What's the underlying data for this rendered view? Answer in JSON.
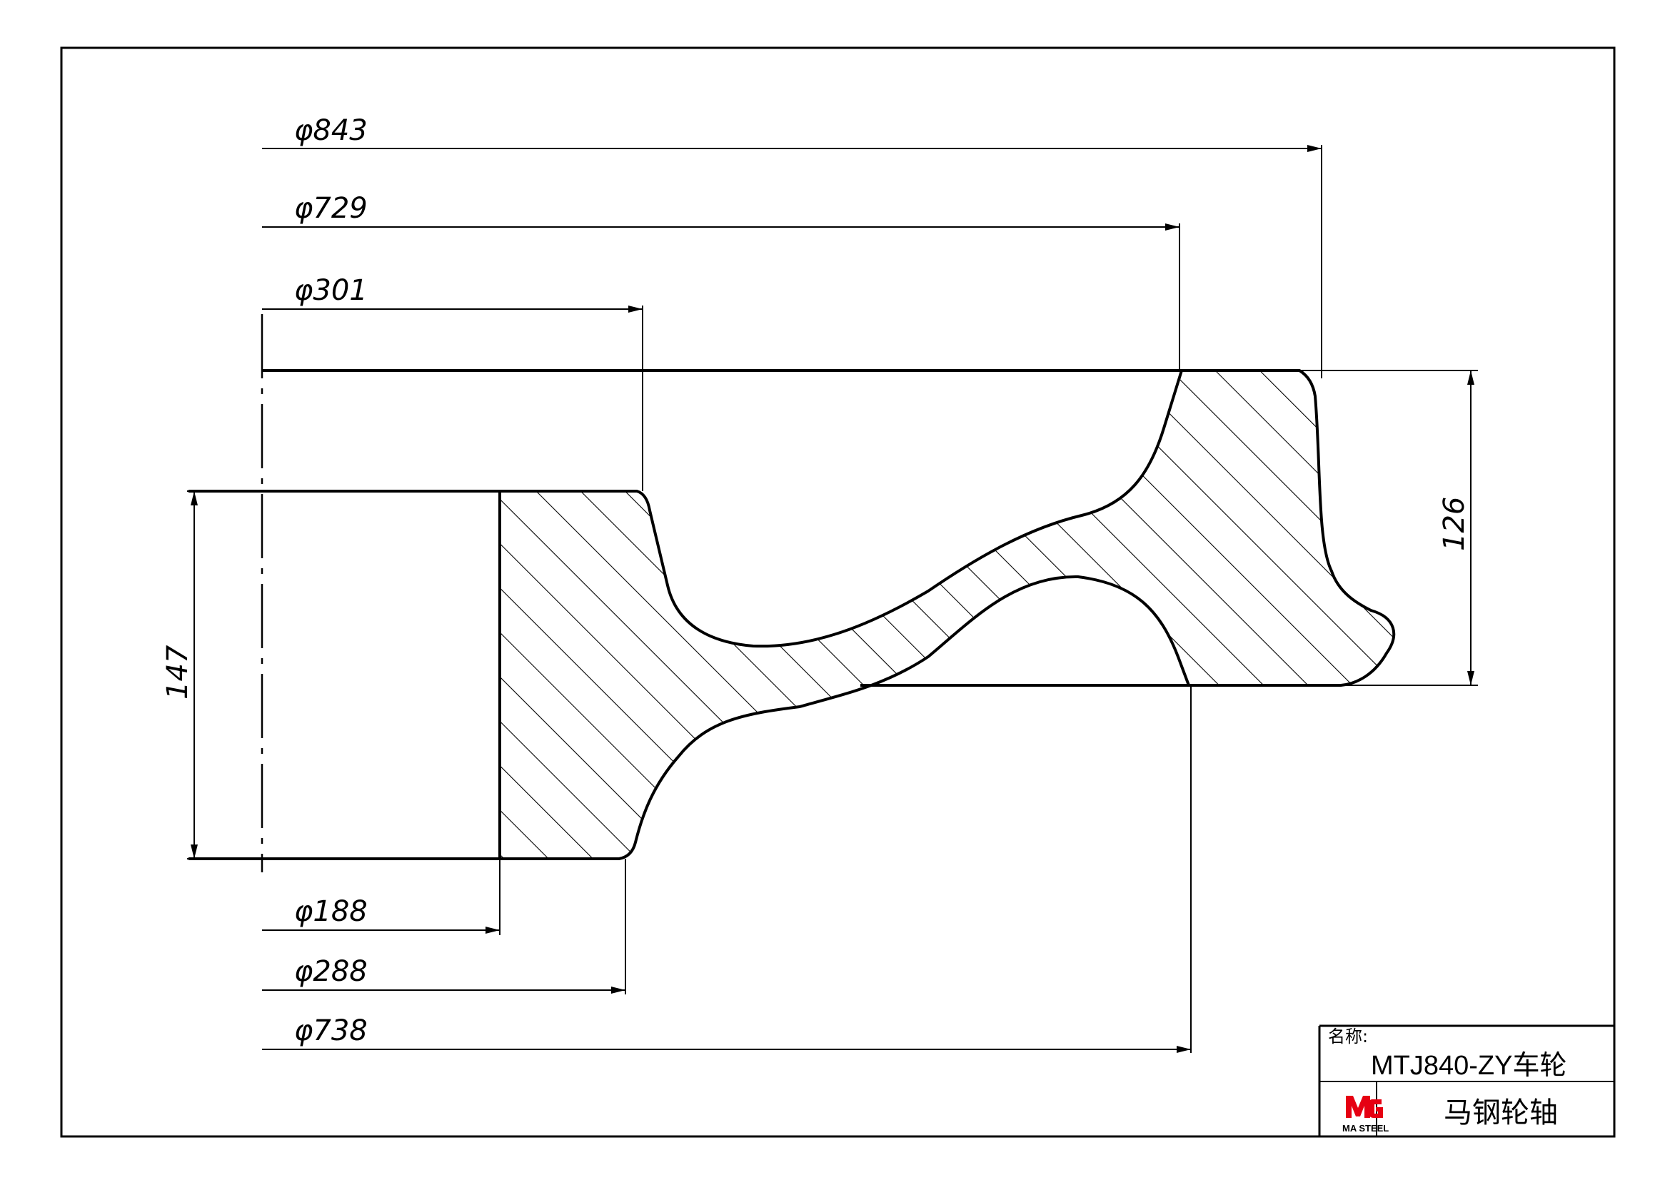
{
  "dimensions": {
    "d843": "φ843",
    "d729": "φ729",
    "d301": "φ301",
    "d188": "φ188",
    "d288": "φ288",
    "d738": "φ738",
    "h147": "147",
    "h126": "126"
  },
  "title_block": {
    "name_label": "名称:",
    "name_value": "MTJ840-ZY车轮",
    "company": "马钢轮轴",
    "logo_text": "MA STEEL",
    "logo_icon": "ma-steel-logo-icon",
    "logo_color": "#e60012"
  }
}
